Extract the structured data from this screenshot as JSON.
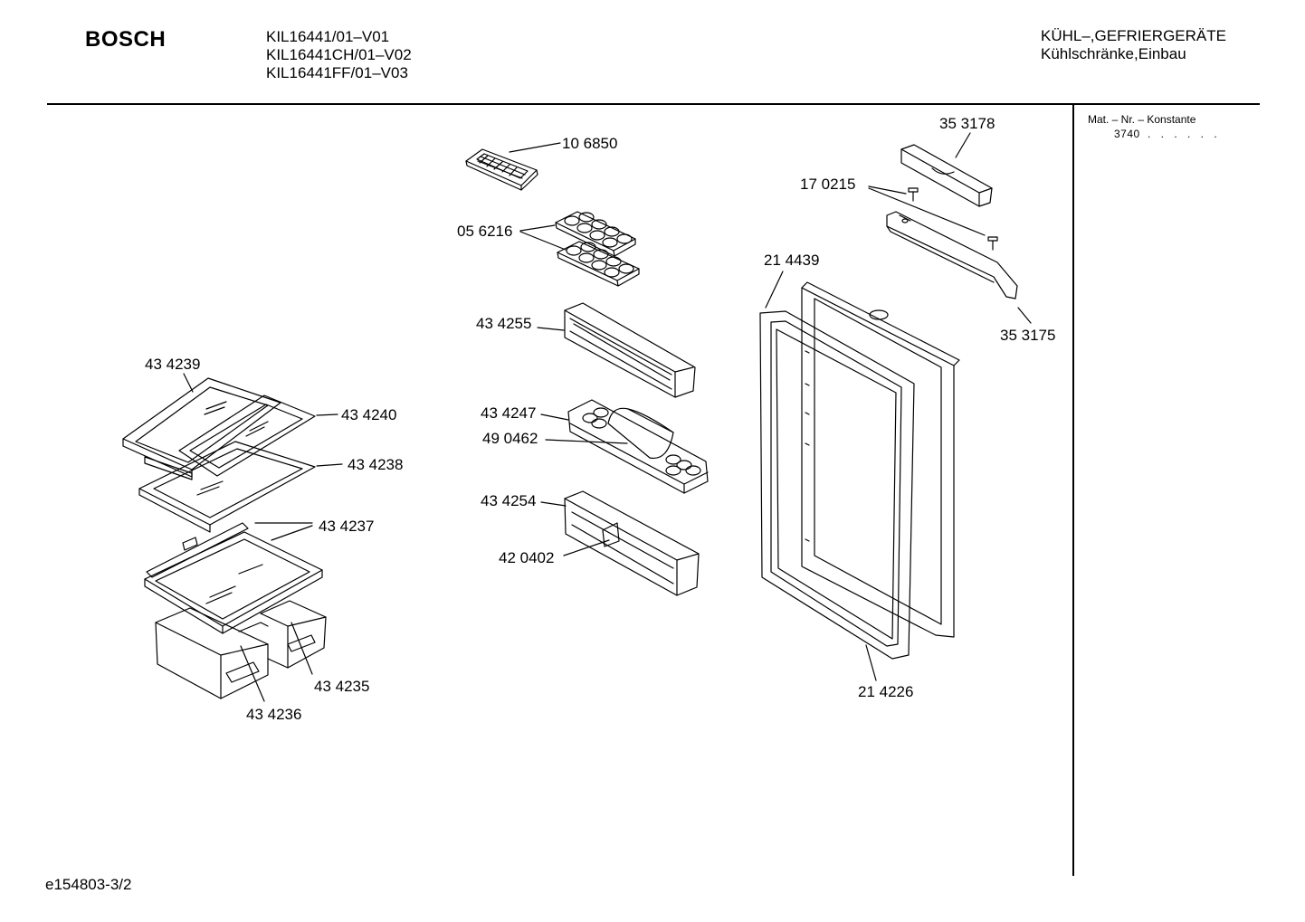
{
  "header": {
    "brand": "BOSCH",
    "models": [
      "KIL16441/01–V01",
      "KIL16441CH/01–V02",
      "KIL16441FF/01–V03"
    ],
    "category_line1": "KÜHL–,GEFRIERGERÄTE",
    "category_line2": "Kühlschränke,Einbau"
  },
  "sidebar": {
    "label": "Mat. – Nr. – Konstante",
    "value": "3740",
    "dots": ". .   . . . ."
  },
  "footer": {
    "document_id": "e154803-3/2"
  },
  "parts": [
    {
      "id": "p-106850",
      "label": "10 6850"
    },
    {
      "id": "p-056216",
      "label": "05 6216"
    },
    {
      "id": "p-434255",
      "label": "43 4255"
    },
    {
      "id": "p-434247",
      "label": "43 4247"
    },
    {
      "id": "p-490462",
      "label": "49 0462"
    },
    {
      "id": "p-434254",
      "label": "43 4254"
    },
    {
      "id": "p-420402",
      "label": "42 0402"
    },
    {
      "id": "p-434239",
      "label": "43 4239"
    },
    {
      "id": "p-434240",
      "label": "43 4240"
    },
    {
      "id": "p-434238",
      "label": "43 4238"
    },
    {
      "id": "p-434237",
      "label": "43 4237"
    },
    {
      "id": "p-434235",
      "label": "43 4235"
    },
    {
      "id": "p-434236",
      "label": "43 4236"
    },
    {
      "id": "p-353178",
      "label": "35 3178"
    },
    {
      "id": "p-170215",
      "label": "17 0215"
    },
    {
      "id": "p-214439",
      "label": "21 4439"
    },
    {
      "id": "p-353175",
      "label": "35 3175"
    },
    {
      "id": "p-214226",
      "label": "21 4226"
    }
  ]
}
